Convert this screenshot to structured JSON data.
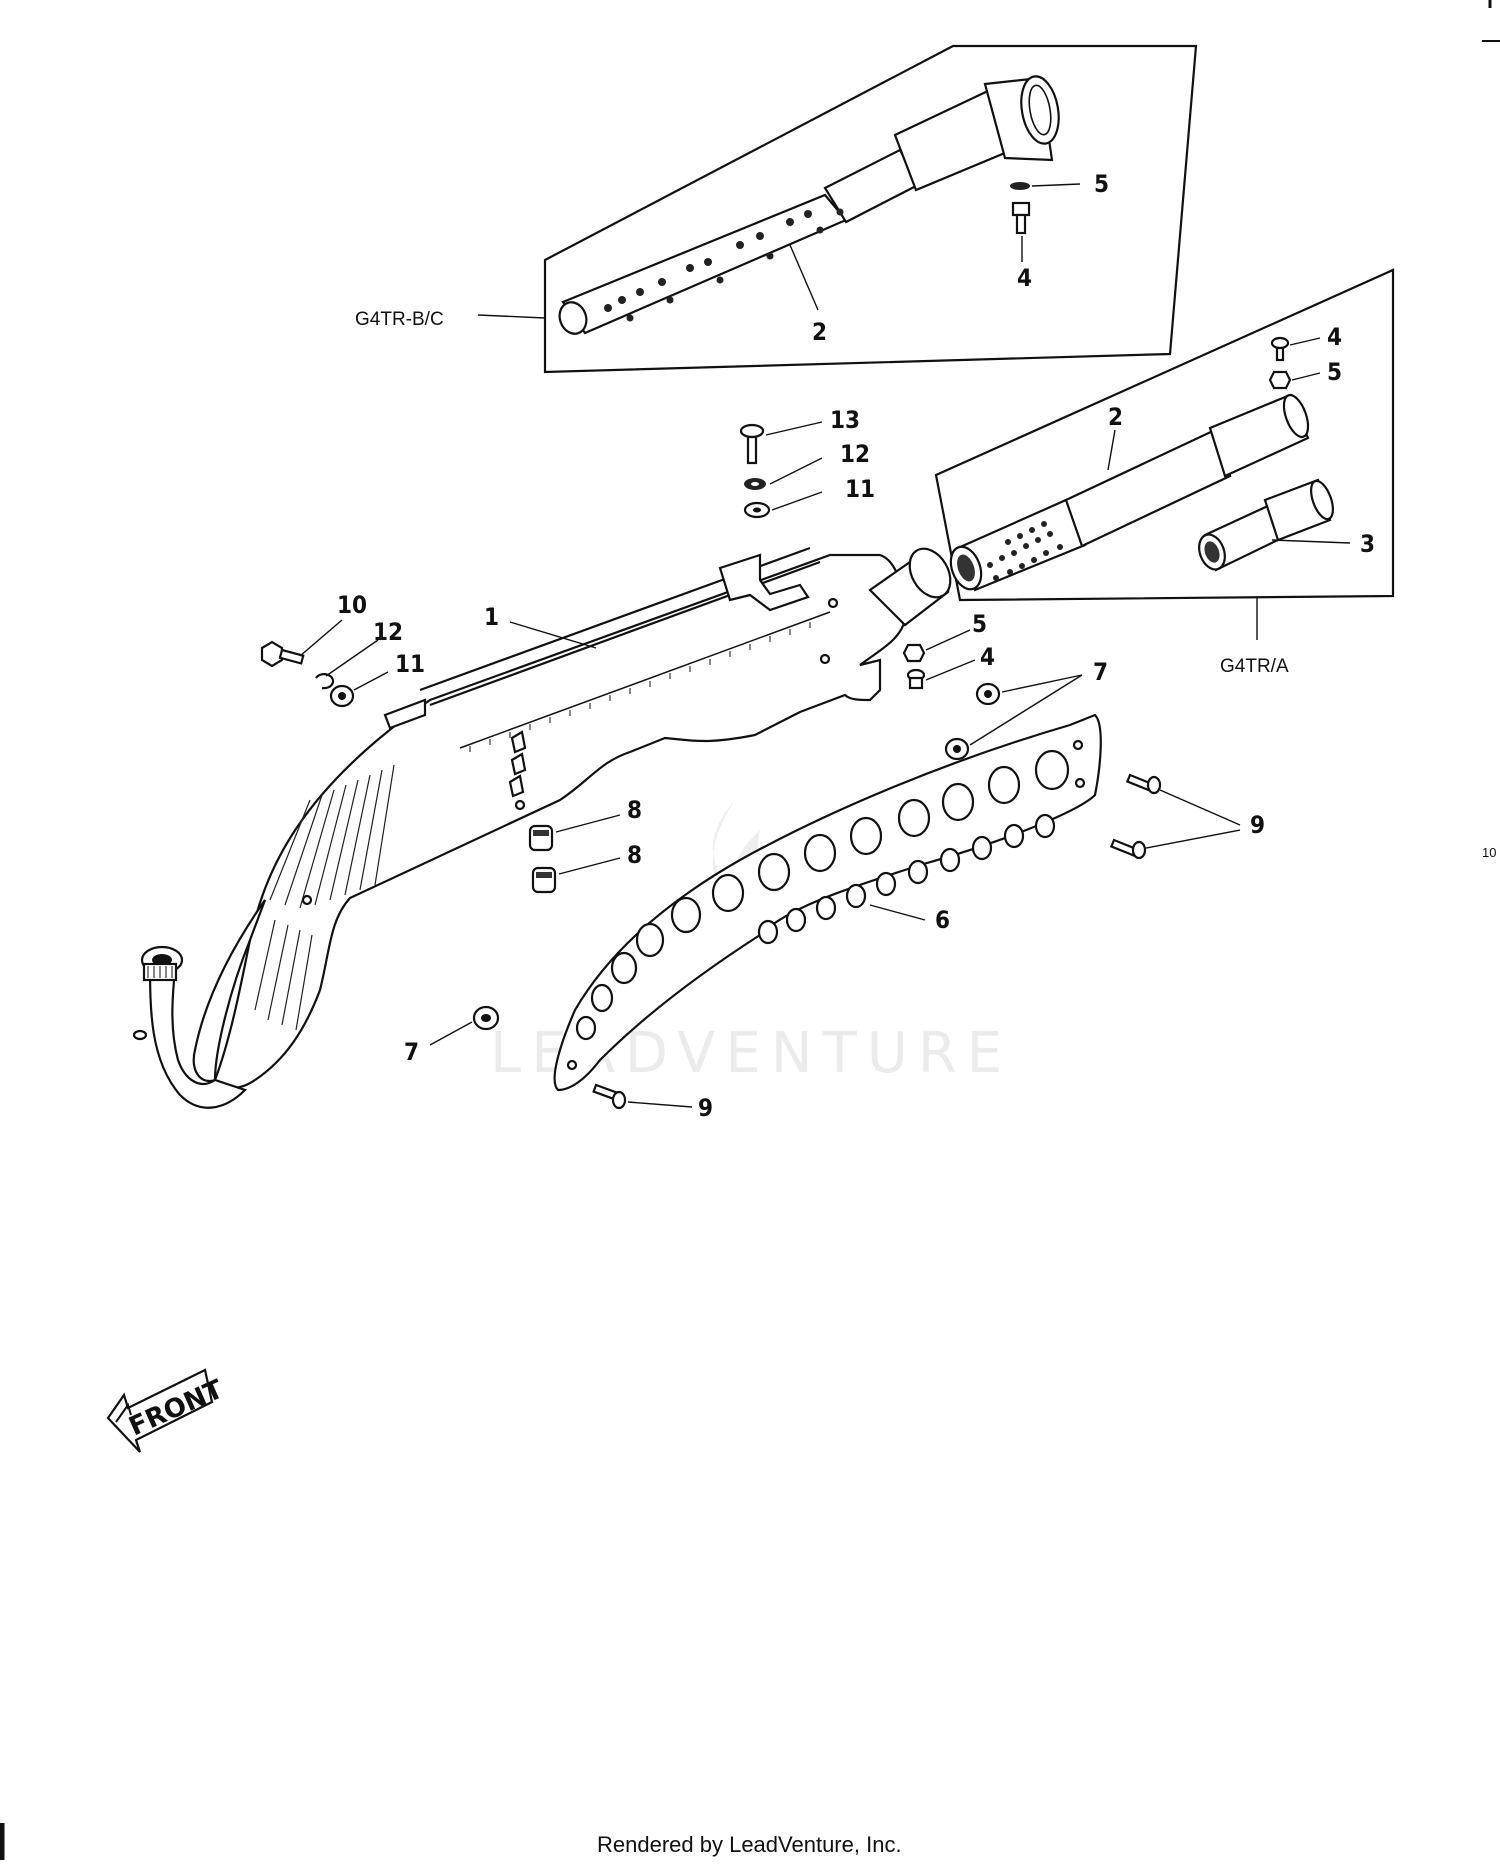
{
  "diagram": {
    "variant_labels": {
      "g4tr_bc": "G4TR-B/C",
      "g4tr_a": "G4TR/A"
    },
    "callouts": [
      {
        "id": "c-bc-5",
        "text": "5"
      },
      {
        "id": "c-bc-4",
        "text": "4"
      },
      {
        "id": "c-bc-2",
        "text": "2"
      },
      {
        "id": "c-a-4",
        "text": "4"
      },
      {
        "id": "c-a-5",
        "text": "5"
      },
      {
        "id": "c-a-2",
        "text": "2"
      },
      {
        "id": "c-a-3",
        "text": "3"
      },
      {
        "id": "c-13",
        "text": "13"
      },
      {
        "id": "c-12a",
        "text": "12"
      },
      {
        "id": "c-11a",
        "text": "11"
      },
      {
        "id": "c-10",
        "text": "10"
      },
      {
        "id": "c-12b",
        "text": "12"
      },
      {
        "id": "c-11b",
        "text": "11"
      },
      {
        "id": "c-1",
        "text": "1"
      },
      {
        "id": "c-5",
        "text": "5"
      },
      {
        "id": "c-4",
        "text": "4"
      },
      {
        "id": "c-7a",
        "text": "7"
      },
      {
        "id": "c-8a",
        "text": "8"
      },
      {
        "id": "c-8b",
        "text": "8"
      },
      {
        "id": "c-9a",
        "text": "9"
      },
      {
        "id": "c-6",
        "text": "6"
      },
      {
        "id": "c-7b",
        "text": "7"
      },
      {
        "id": "c-9b",
        "text": "9"
      }
    ],
    "front_arrow_label": "FRONT",
    "edge_marks": {
      "right_margin": "10"
    },
    "watermark": "LEADVENTURE",
    "footer": "Rendered by LeadVenture, Inc."
  }
}
